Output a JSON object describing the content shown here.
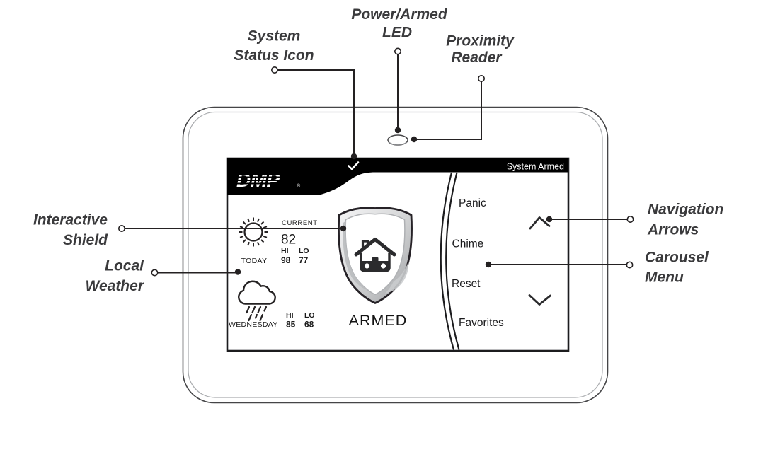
{
  "device": {
    "header": {
      "logo_text": "DMP",
      "logo_reg": "®",
      "status_text": "System Armed",
      "status_icon": "check-icon"
    },
    "weather": {
      "today": {
        "icon": "sun-icon",
        "day_label": "TODAY",
        "current_label": "CURRENT",
        "current_temp": "82",
        "hi_label": "HI",
        "lo_label": "LO",
        "hi_value": "98",
        "lo_value": "77"
      },
      "wednesday": {
        "icon": "rain-cloud-icon",
        "day_label": "WEDNESDAY",
        "hi_label": "HI",
        "lo_label": "LO",
        "hi_value": "85",
        "lo_value": "68"
      }
    },
    "shield": {
      "icon": "home-shield-icon",
      "status_label": "ARMED"
    },
    "menu": {
      "items": [
        "Panic",
        "Chime",
        "Reset",
        "Favorites"
      ],
      "up_icon": "chevron-up-icon",
      "down_icon": "chevron-down-icon"
    }
  },
  "callouts": {
    "system_status_icon": {
      "lines": [
        "System",
        "Status Icon"
      ]
    },
    "power_armed_led": {
      "lines": [
        "Power/Armed",
        "LED"
      ]
    },
    "proximity_reader": {
      "lines": [
        "Proximity",
        "Reader"
      ]
    },
    "interactive_shield": {
      "lines": [
        "Interactive",
        "Shield"
      ]
    },
    "local_weather": {
      "lines": [
        "Local",
        "Weather"
      ]
    },
    "navigation_arrows": {
      "lines": [
        "Navigation",
        "Arrows"
      ]
    },
    "carousel_menu": {
      "lines": [
        "Carousel",
        "Menu"
      ]
    }
  },
  "colors": {
    "ink": "#242122",
    "label": "#3a3a3c",
    "header_bg": "#000000",
    "device_outline": "#454547",
    "bezel_gray": "#aaacaf",
    "shield_gray": "#c2c4c7"
  }
}
